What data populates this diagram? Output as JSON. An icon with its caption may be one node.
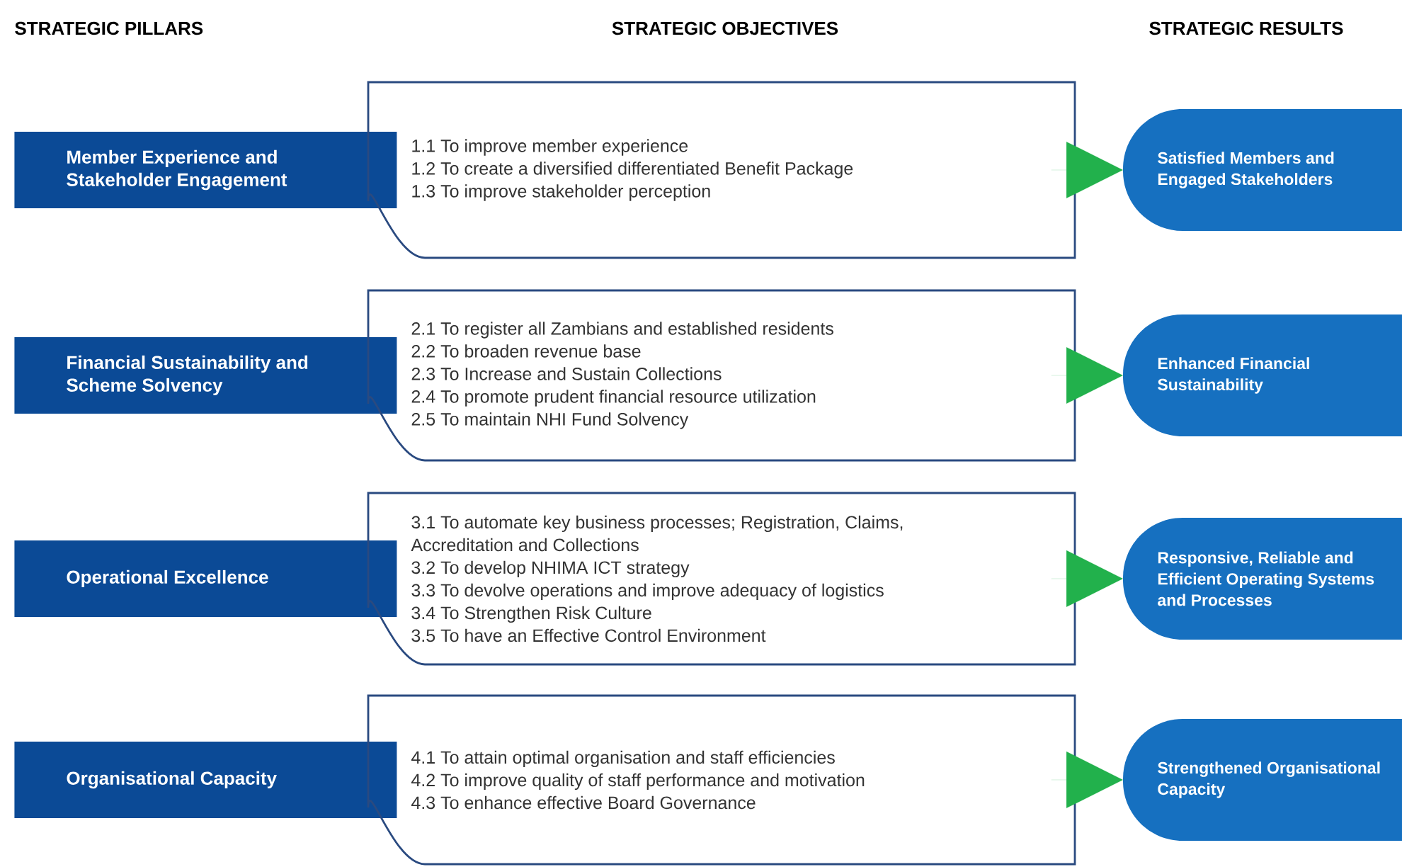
{
  "diagram": {
    "nodes": [
      {
        "text": [
          "Member Experience and Stakeholder Engagement"
        ]
      },
      {
        "text": [
          "1.1 To improve member experience",
          "1.2 To create a diversified differentiated Benefit Package",
          "1.3 To improve stakeholder perception"
        ]
      },
      {
        "text": [
          "Satisfied Members and Engaged Stakeholders"
        ]
      },
      {
        "text": [
          "Financial Sustainability and Scheme Solvency"
        ]
      },
      {
        "text": [
          "2.1 To register all Zambians and established residents",
          "2.2 To broaden revenue base",
          "2.3 To Increase and Sustain Collections",
          "2.4 To promote prudent financial resource utilization",
          "2.5 To maintain NHI Fund Solvency"
        ]
      },
      {
        "text": [
          "Enhanced Financial Sustainability"
        ]
      },
      {
        "text": [
          "Operational Excellence"
        ]
      },
      {
        "text": [
          "3.1 To automate key business processes; Registration, Claims, Accreditation and Collections",
          "3.2 To develop NHIMA ICT strategy",
          "3.3 To devolve operations and improve adequacy of logistics",
          "3.4 To Strengthen Risk Culture",
          "3.5 To have an Effective Control Environment"
        ]
      },
      {
        "text": [
          "Responsive, Reliable and Efficient Operating Systems and Processes"
        ]
      },
      {
        "text": [
          "Organisational Capacity"
        ]
      },
      {
        "text": [
          "4.1 To attain optimal organisation and staff efficiencies",
          "4.2 To improve quality of staff performance and motivation",
          "4.3 To enhance effective Board Governance"
        ]
      },
      {
        "text": [
          "Strengthened Organisational Capacity"
        ]
      }
    ],
    "edges": [
      {
        "from": 1,
        "to": 2,
        "arrow": "to",
        "color": "#22b14c"
      },
      {
        "from": 4,
        "to": 5,
        "arrow": "to",
        "color": "#22b14c"
      },
      {
        "from": 7,
        "to": 8,
        "arrow": "to",
        "color": "#22b14c"
      },
      {
        "from": 10,
        "to": 11,
        "arrow": "to",
        "color": "#22b14c"
      }
    ],
    "labels": [
      "STRATEGIC PILLARS",
      "STRATEGIC OBJECTIVES",
      "STRATEGIC RESULTS"
    ]
  }
}
